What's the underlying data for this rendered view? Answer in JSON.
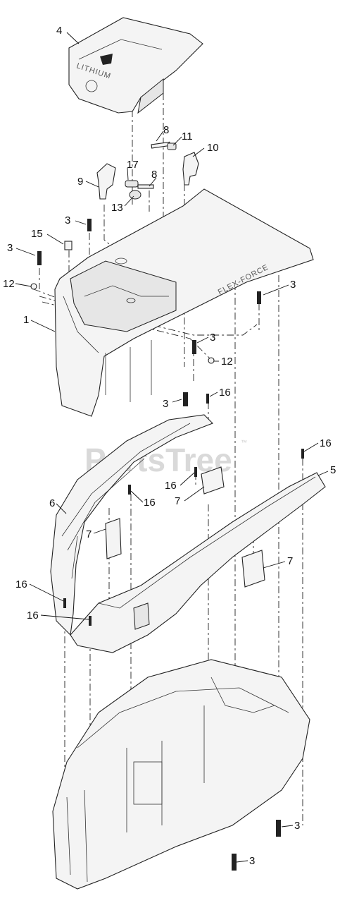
{
  "watermark": "PartsTree",
  "watermark_mark": "™",
  "cover_text": "LITHIUM",
  "hood_text": "FLEX-FORCE",
  "callouts": {
    "c4": "4",
    "c8a": "8",
    "c11": "11",
    "c10": "10",
    "c17": "17",
    "c9": "9",
    "c8b": "8",
    "c13": "13",
    "c3a": "3",
    "c15": "15",
    "c3b": "3",
    "c12a": "12",
    "c3c": "3",
    "c1": "1",
    "c3d": "3",
    "c12b": "12",
    "c3e": "3",
    "c16a": "16",
    "c16b": "16",
    "c5": "5",
    "c16c": "16",
    "c7a": "7",
    "c6": "6",
    "c16d": "16",
    "c7b": "7",
    "c7c": "7",
    "c16e": "16",
    "c16f": "16",
    "c3f": "3",
    "c3g": "3"
  }
}
